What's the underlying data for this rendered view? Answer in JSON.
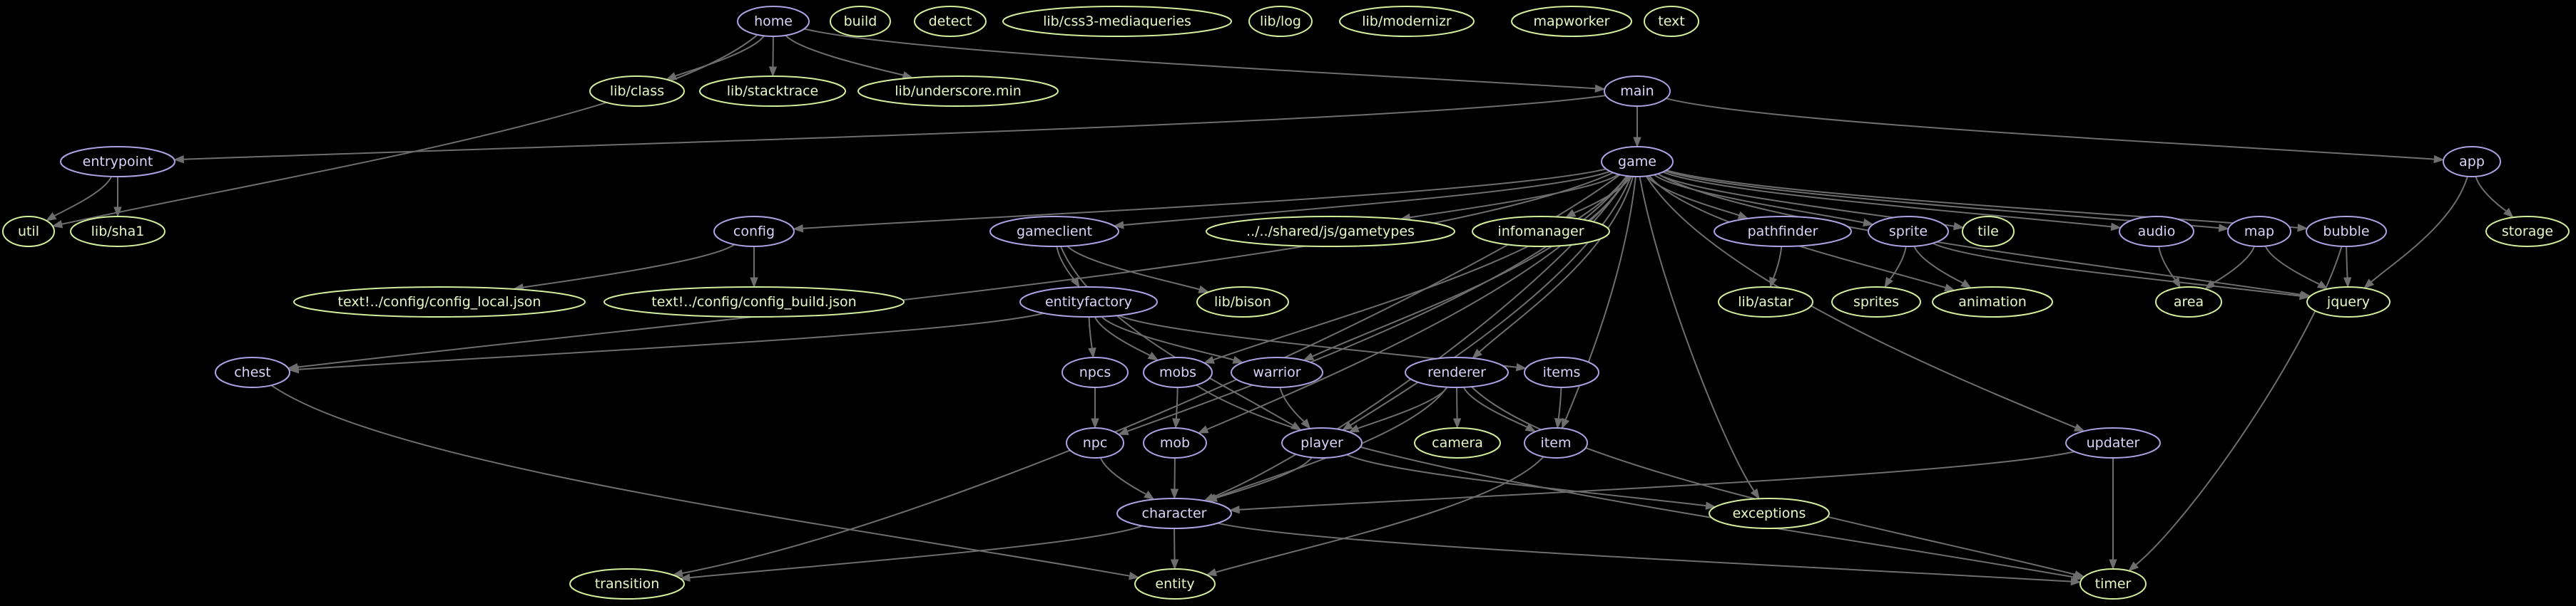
{
  "colors": {
    "background": "#000000",
    "edge": "#6e6e6e",
    "module_stroke": "#aaa3e3",
    "module_text": "#d8d4fa",
    "leaf_stroke": "#d4ee9c",
    "leaf_text": "#e8f8c4"
  },
  "nodes": [
    {
      "id": "home",
      "label": "home",
      "kind": "module"
    },
    {
      "id": "build",
      "label": "build",
      "kind": "leaf"
    },
    {
      "id": "detect",
      "label": "detect",
      "kind": "leaf"
    },
    {
      "id": "css3mq",
      "label": "lib/css3-mediaqueries",
      "kind": "leaf"
    },
    {
      "id": "log",
      "label": "lib/log",
      "kind": "leaf"
    },
    {
      "id": "modernizr",
      "label": "lib/modernizr",
      "kind": "leaf"
    },
    {
      "id": "mapworker",
      "label": "mapworker",
      "kind": "leaf"
    },
    {
      "id": "text",
      "label": "text",
      "kind": "leaf"
    },
    {
      "id": "class",
      "label": "lib/class",
      "kind": "leaf"
    },
    {
      "id": "stacktrace",
      "label": "lib/stacktrace",
      "kind": "leaf"
    },
    {
      "id": "underscore",
      "label": "lib/underscore.min",
      "kind": "leaf"
    },
    {
      "id": "main",
      "label": "main",
      "kind": "module"
    },
    {
      "id": "entrypoint",
      "label": "entrypoint",
      "kind": "module"
    },
    {
      "id": "game",
      "label": "game",
      "kind": "module"
    },
    {
      "id": "app",
      "label": "app",
      "kind": "module"
    },
    {
      "id": "util",
      "label": "util",
      "kind": "leaf"
    },
    {
      "id": "sha1",
      "label": "lib/sha1",
      "kind": "leaf"
    },
    {
      "id": "config",
      "label": "config",
      "kind": "module"
    },
    {
      "id": "gameclient",
      "label": "gameclient",
      "kind": "module"
    },
    {
      "id": "gametypes",
      "label": "../../shared/js/gametypes",
      "kind": "leaf"
    },
    {
      "id": "infomanager",
      "label": "infomanager",
      "kind": "leaf"
    },
    {
      "id": "pathfinder",
      "label": "pathfinder",
      "kind": "module"
    },
    {
      "id": "sprite",
      "label": "sprite",
      "kind": "module"
    },
    {
      "id": "tile",
      "label": "tile",
      "kind": "leaf"
    },
    {
      "id": "audio",
      "label": "audio",
      "kind": "module"
    },
    {
      "id": "map",
      "label": "map",
      "kind": "module"
    },
    {
      "id": "bubble",
      "label": "bubble",
      "kind": "module"
    },
    {
      "id": "storage",
      "label": "storage",
      "kind": "leaf"
    },
    {
      "id": "configlocal",
      "label": "text!../config/config_local.json",
      "kind": "leaf"
    },
    {
      "id": "configbuild",
      "label": "text!../config/config_build.json",
      "kind": "leaf"
    },
    {
      "id": "entityfactory",
      "label": "entityfactory",
      "kind": "module"
    },
    {
      "id": "bison",
      "label": "lib/bison",
      "kind": "leaf"
    },
    {
      "id": "astar",
      "label": "lib/astar",
      "kind": "leaf"
    },
    {
      "id": "sprites",
      "label": "sprites",
      "kind": "leaf"
    },
    {
      "id": "animation",
      "label": "animation",
      "kind": "leaf"
    },
    {
      "id": "area",
      "label": "area",
      "kind": "leaf"
    },
    {
      "id": "jquery",
      "label": "jquery",
      "kind": "leaf"
    },
    {
      "id": "chest",
      "label": "chest",
      "kind": "module"
    },
    {
      "id": "npcs",
      "label": "npcs",
      "kind": "module"
    },
    {
      "id": "mobs",
      "label": "mobs",
      "kind": "module"
    },
    {
      "id": "warrior",
      "label": "warrior",
      "kind": "module"
    },
    {
      "id": "renderer",
      "label": "renderer",
      "kind": "module"
    },
    {
      "id": "items",
      "label": "items",
      "kind": "module"
    },
    {
      "id": "npc",
      "label": "npc",
      "kind": "module"
    },
    {
      "id": "mob",
      "label": "mob",
      "kind": "module"
    },
    {
      "id": "player",
      "label": "player",
      "kind": "module"
    },
    {
      "id": "camera",
      "label": "camera",
      "kind": "leaf"
    },
    {
      "id": "item",
      "label": "item",
      "kind": "module"
    },
    {
      "id": "updater",
      "label": "updater",
      "kind": "module"
    },
    {
      "id": "character",
      "label": "character",
      "kind": "module"
    },
    {
      "id": "exceptions",
      "label": "exceptions",
      "kind": "leaf"
    },
    {
      "id": "transition",
      "label": "transition",
      "kind": "leaf"
    },
    {
      "id": "entity",
      "label": "entity",
      "kind": "leaf"
    },
    {
      "id": "timer",
      "label": "timer",
      "kind": "leaf"
    }
  ],
  "edges": [
    [
      "home",
      "class"
    ],
    [
      "home",
      "stacktrace"
    ],
    [
      "home",
      "underscore"
    ],
    [
      "home",
      "main"
    ],
    [
      "home",
      "util"
    ],
    [
      "main",
      "entrypoint"
    ],
    [
      "main",
      "game"
    ],
    [
      "main",
      "app"
    ],
    [
      "entrypoint",
      "util"
    ],
    [
      "entrypoint",
      "sha1"
    ],
    [
      "app",
      "storage"
    ],
    [
      "app",
      "jquery"
    ],
    [
      "game",
      "config"
    ],
    [
      "game",
      "gameclient"
    ],
    [
      "game",
      "gametypes"
    ],
    [
      "game",
      "infomanager"
    ],
    [
      "game",
      "pathfinder"
    ],
    [
      "game",
      "sprite"
    ],
    [
      "game",
      "tile"
    ],
    [
      "game",
      "audio"
    ],
    [
      "game",
      "map"
    ],
    [
      "game",
      "bubble"
    ],
    [
      "game",
      "jquery"
    ],
    [
      "game",
      "chest"
    ],
    [
      "game",
      "transition"
    ],
    [
      "game",
      "character"
    ],
    [
      "game",
      "npc"
    ],
    [
      "game",
      "mob"
    ],
    [
      "game",
      "mobs"
    ],
    [
      "game",
      "warrior"
    ],
    [
      "game",
      "player"
    ],
    [
      "game",
      "renderer"
    ],
    [
      "game",
      "item"
    ],
    [
      "game",
      "updater"
    ],
    [
      "game",
      "exceptions"
    ],
    [
      "game",
      "animation"
    ],
    [
      "config",
      "configlocal"
    ],
    [
      "config",
      "configbuild"
    ],
    [
      "gameclient",
      "entityfactory"
    ],
    [
      "gameclient",
      "bison"
    ],
    [
      "gameclient",
      "player"
    ],
    [
      "entityfactory",
      "chest"
    ],
    [
      "entityfactory",
      "npcs"
    ],
    [
      "entityfactory",
      "mobs"
    ],
    [
      "entityfactory",
      "warrior"
    ],
    [
      "entityfactory",
      "items"
    ],
    [
      "pathfinder",
      "astar"
    ],
    [
      "sprite",
      "sprites"
    ],
    [
      "sprite",
      "animation"
    ],
    [
      "sprite",
      "jquery"
    ],
    [
      "audio",
      "area"
    ],
    [
      "map",
      "area"
    ],
    [
      "map",
      "jquery"
    ],
    [
      "bubble",
      "jquery"
    ],
    [
      "bubble",
      "timer"
    ],
    [
      "npcs",
      "npc"
    ],
    [
      "mobs",
      "mob"
    ],
    [
      "mobs",
      "timer"
    ],
    [
      "warrior",
      "player"
    ],
    [
      "renderer",
      "camera"
    ],
    [
      "renderer",
      "item"
    ],
    [
      "renderer",
      "player"
    ],
    [
      "renderer",
      "character"
    ],
    [
      "renderer",
      "timer"
    ],
    [
      "items",
      "item"
    ],
    [
      "npc",
      "character"
    ],
    [
      "mob",
      "character"
    ],
    [
      "player",
      "character"
    ],
    [
      "player",
      "exceptions"
    ],
    [
      "item",
      "entity"
    ],
    [
      "chest",
      "entity"
    ],
    [
      "updater",
      "character"
    ],
    [
      "updater",
      "timer"
    ],
    [
      "character",
      "transition"
    ],
    [
      "character",
      "entity"
    ],
    [
      "character",
      "timer"
    ]
  ]
}
